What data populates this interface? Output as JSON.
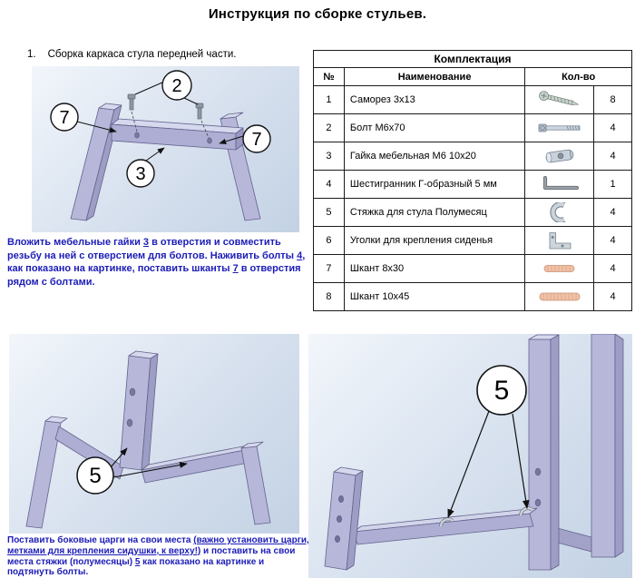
{
  "title": "Инструкция по сборке стульев.",
  "colors": {
    "instruction_text": "#1c1cb8",
    "frame_part": "#b7b7da",
    "dowel": "#f0c2a7"
  },
  "step1": {
    "number": "1.",
    "heading": "Сборка каркаса стула передней части.",
    "instructions": {
      "seg1": "Вложить мебельные гайки ",
      "ref1": "3",
      "seg2": " в отверстия и совместить резьбу на ней с отверстием для болтов. Наживить болты ",
      "ref2": "4",
      "seg3": ", как показано на картинке, поставить шканты ",
      "ref3": "7",
      "seg4": " в отверстия рядом с болтами."
    }
  },
  "parts_table": {
    "title": "Комплектация",
    "columns": {
      "num": "№",
      "name": "Наименование",
      "qty": "Кол-во"
    },
    "rows": [
      {
        "num": "1",
        "name": "Саморез 3х13",
        "icon": "screw-icon",
        "qty": "8"
      },
      {
        "num": "2",
        "name": "Болт  М6х70",
        "icon": "bolt-icon",
        "qty": "4"
      },
      {
        "num": "3",
        "name": "Гайка мебельная М6 10х20",
        "icon": "barrel-nut-icon",
        "qty": "4"
      },
      {
        "num": "4",
        "name": "Шестигранник Г-образный 5 мм",
        "icon": "hex-key-icon",
        "qty": "1"
      },
      {
        "num": "5",
        "name": "Стяжка для стула Полумесяц",
        "icon": "half-moon-bracket-icon",
        "qty": "4"
      },
      {
        "num": "6",
        "name": "Уголки для крепления сиденья",
        "icon": "corner-bracket-icon",
        "qty": "4"
      },
      {
        "num": "7",
        "name": "Шкант 8х30",
        "icon": "dowel-icon",
        "qty": "4"
      },
      {
        "num": "8",
        "name": "Шкант 10х45",
        "icon": "dowel-icon",
        "qty": "4"
      }
    ]
  },
  "diagram_front": {
    "callouts": {
      "c2": "2",
      "c7_left": "7",
      "c3": "3",
      "c7_right": "7"
    }
  },
  "diagram_side": {
    "callout_5": "5"
  },
  "diagram_base": {
    "callout_5": "5"
  },
  "step2": {
    "instructions": {
      "seg1": "Поставить боковые царги на свои места ",
      "em1": "(важно установить царги, метками для крепления сидушки, к верху!)",
      "seg2": " и поставить на свои места стяжки (полумесяцы) ",
      "ref1": "5",
      "seg3": " как показано на картинке и подтянуть болты."
    }
  }
}
